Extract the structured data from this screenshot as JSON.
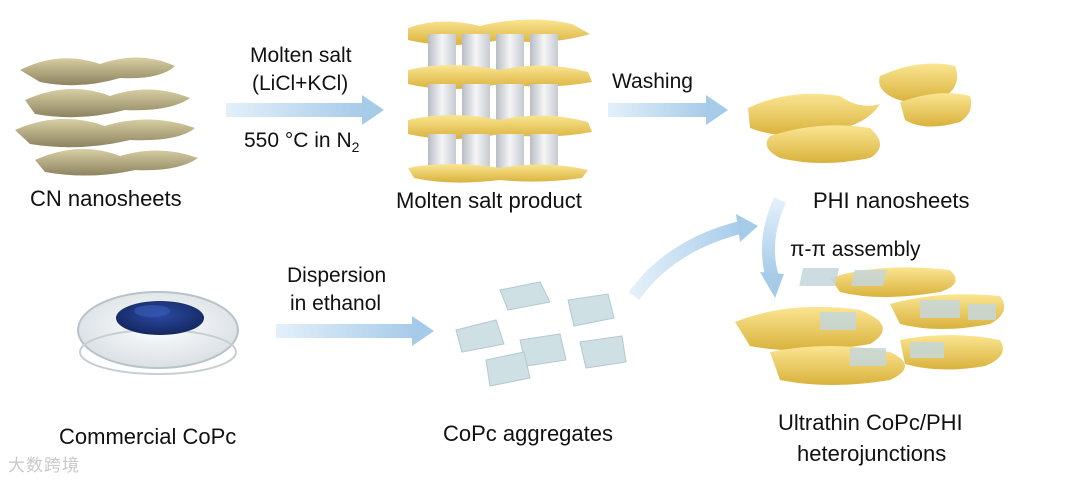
{
  "diagram": {
    "nodes": {
      "cn": "CN nanosheets",
      "molten_product": "Molten salt product",
      "phi": "PHI nanosheets",
      "commercial_copc": "Commercial CoPc",
      "copc_aggregates": "CoPc aggregates",
      "hetero_line1": "Ultrathin CoPc/PHI",
      "hetero_line2": "heterojunctions"
    },
    "steps": {
      "molten_line1": "Molten salt",
      "molten_line2": "(LiCl+KCl)",
      "molten_line3_prefix": "550 °C in N",
      "molten_line3_sub": "2",
      "washing": "Washing",
      "dispersion_line1": "Dispersion",
      "dispersion_line2": "in ethanol",
      "assembly": "π-π assembly"
    },
    "watermark": "大数跨境",
    "colors": {
      "arrow": "#a9cdea",
      "cn_sheet": "#b9ad80",
      "phi_sheet": "#f0cf58",
      "copc_patch": "#c4d6da",
      "copc_powder": "#1f3a86",
      "salt_cube": "#dcdfe3"
    }
  }
}
